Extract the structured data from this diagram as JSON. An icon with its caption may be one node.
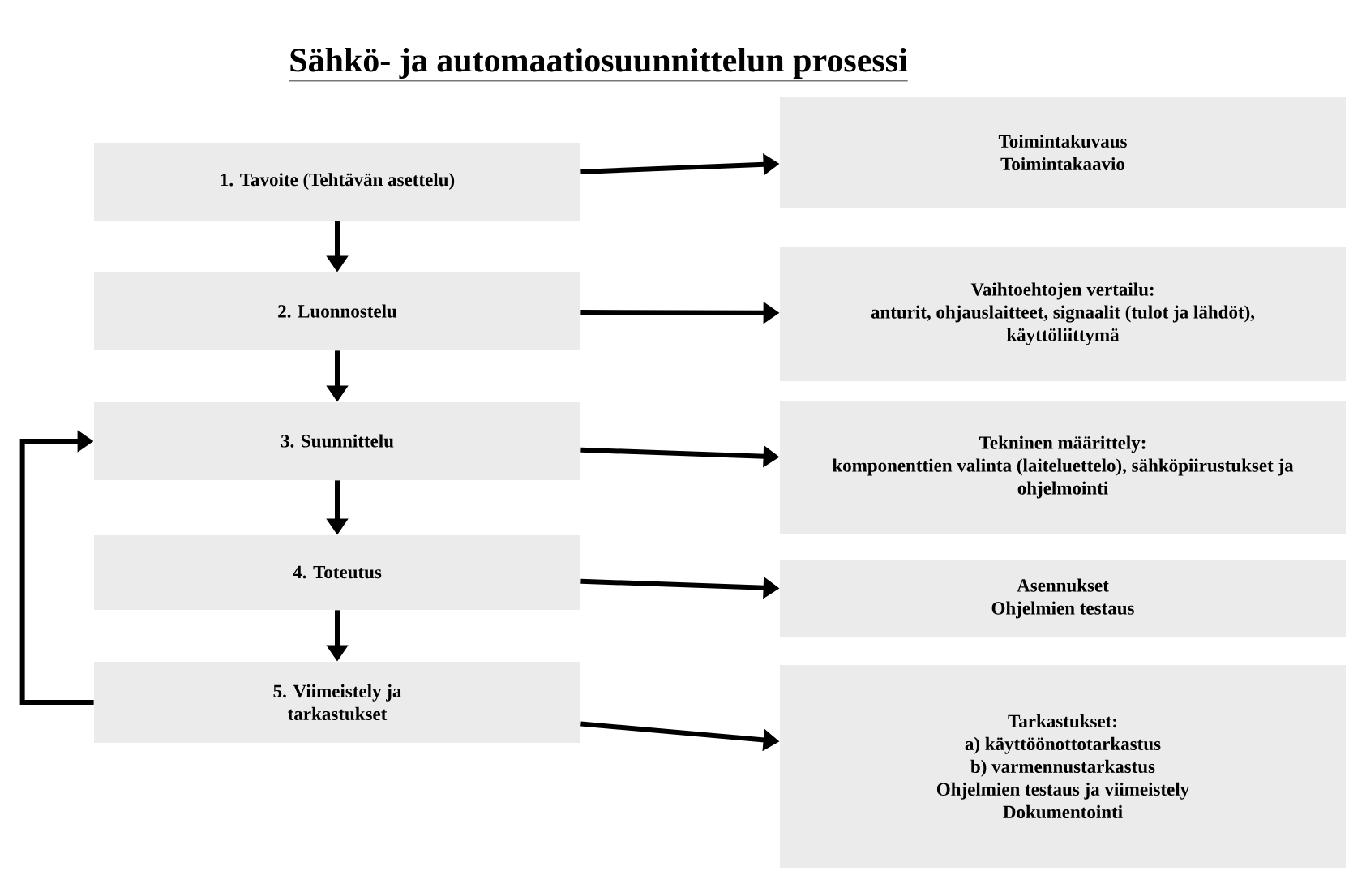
{
  "diagram": {
    "title": "Sähkö- ja automaatiosuunnittelun prosessi",
    "nodes": [
      {
        "text": [
          "1. Tavoite (Tehtävän asettelu)"
        ]
      },
      {
        "text": [
          "2. Luonnostelu"
        ]
      },
      {
        "text": [
          "3. Suunnittelu"
        ]
      },
      {
        "text": [
          "4. Toteutus"
        ]
      },
      {
        "text": [
          "5. Viimeistely ja tarkastukset"
        ]
      },
      {
        "text": [
          "Toimintakuvaus",
          "Toimintakaavio"
        ]
      },
      {
        "text": [
          "Vaihtoehtojen vertailu:",
          "anturit, ohjauslaitteet, signaalit (tulot ja lähdöt), käyttöliittymä"
        ]
      },
      {
        "text": [
          "Tekninen määrittely:",
          "komponenttien valinta (laiteluettelo), sähköpiirustukset ja ohjelmointi"
        ]
      },
      {
        "text": [
          "Asennukset",
          "Ohjelmien testaus"
        ]
      },
      {
        "text": [
          "Tarkastukset:",
          "a) käyttöönottotarkastus",
          "b) varmennustarkastus",
          "Ohjelmien testaus ja viimeistely",
          "Dokumentointi"
        ]
      }
    ],
    "edges": [
      {
        "from": 0,
        "to": 1,
        "arrow": "to"
      },
      {
        "from": 1,
        "to": 2,
        "arrow": "to"
      },
      {
        "from": 2,
        "to": 3,
        "arrow": "to"
      },
      {
        "from": 3,
        "to": 4,
        "arrow": "to"
      },
      {
        "from": 4,
        "to": 2,
        "arrow": "to"
      },
      {
        "from": 0,
        "to": 5,
        "arrow": "to"
      },
      {
        "from": 1,
        "to": 6,
        "arrow": "to"
      },
      {
        "from": 2,
        "to": 7,
        "arrow": "to"
      },
      {
        "from": 3,
        "to": 8,
        "arrow": "to"
      },
      {
        "from": 4,
        "to": 9,
        "arrow": "to"
      }
    ]
  }
}
